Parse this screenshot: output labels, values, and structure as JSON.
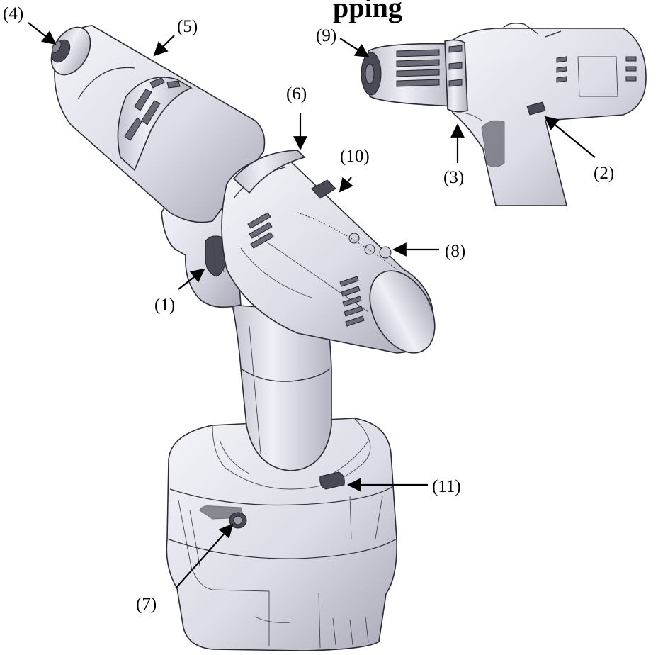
{
  "heading_partial": "pping",
  "callouts": [
    {
      "id": "1",
      "label": "(1)"
    },
    {
      "id": "2",
      "label": "(2)"
    },
    {
      "id": "3",
      "label": "(3)"
    },
    {
      "id": "4",
      "label": "(4)"
    },
    {
      "id": "5",
      "label": "(5)"
    },
    {
      "id": "6",
      "label": "(6)"
    },
    {
      "id": "7",
      "label": "(7)"
    },
    {
      "id": "8",
      "label": "(8)"
    },
    {
      "id": "9",
      "label": "(9)"
    },
    {
      "id": "10",
      "label": "(10)"
    },
    {
      "id": "11",
      "label": "(11)"
    }
  ]
}
